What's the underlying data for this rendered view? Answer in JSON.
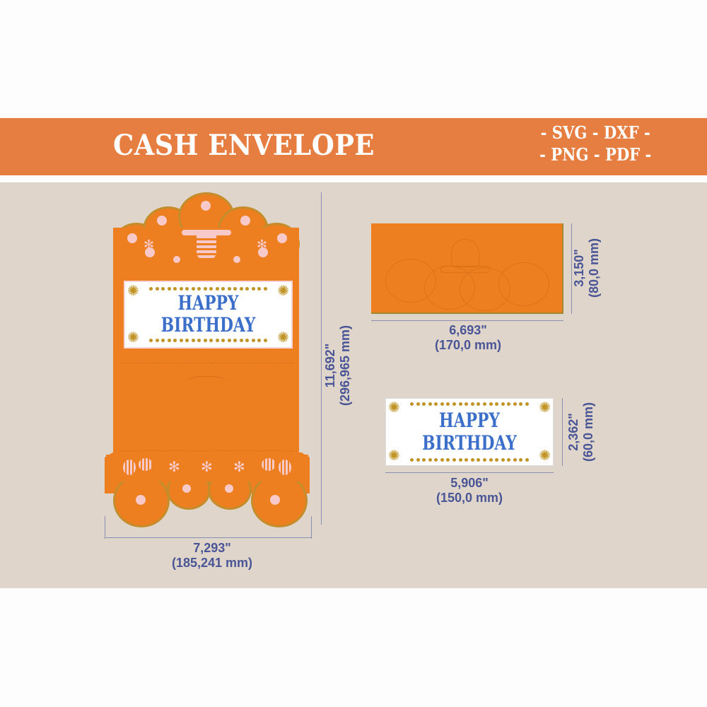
{
  "banner": {
    "title": "CASH ENVELOPE",
    "formats_line1": "- SVG - DXF -",
    "formats_line2": "- PNG - PDF -",
    "background_color": "#e77e41"
  },
  "canvas": {
    "background_color": "#dfd5cb"
  },
  "tall_envelope": {
    "label_card": {
      "line1": "HAPPY",
      "line2": "BIRTHDAY"
    },
    "width_dim": {
      "inches": "7,293\"",
      "mm": "(185,241 mm)"
    },
    "height_dim": {
      "inches": "11,692\"",
      "mm": "(296,965 mm)"
    },
    "color": "#ee7f20"
  },
  "folded_envelope": {
    "width_dim": {
      "inches": "6,693\"",
      "mm": "(170,0 mm)"
    },
    "height_dim": {
      "inches": "3,150\"",
      "mm": "(80,0 mm)"
    }
  },
  "label_card": {
    "line1": "HAPPY",
    "line2": "BIRTHDAY",
    "width_dim": {
      "inches": "5,906\"",
      "mm": "(150,0 mm)"
    },
    "height_dim": {
      "inches": "2,362\"",
      "mm": "(60,0 mm)"
    },
    "text_color": "#3b6fc9",
    "accent_color": "#c19426"
  },
  "dimension_color": "#4a5596"
}
